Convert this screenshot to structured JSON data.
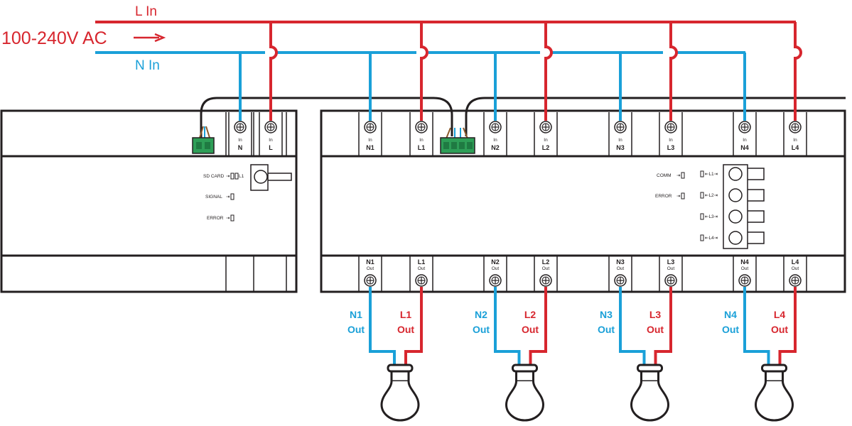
{
  "colors": {
    "line": "#d7262e",
    "neutral": "#1aa0d8",
    "outline": "#231f20",
    "terminal_green": "#2e9e57"
  },
  "supply": {
    "l_in": "L In",
    "n_in": "N In",
    "voltage": "100-240V AC"
  },
  "hub": {
    "terminals": [
      {
        "top": "In",
        "bottom": "N"
      },
      {
        "top": "In",
        "bottom": "L"
      }
    ],
    "leds": [
      "SD CARD",
      "SIGNAL",
      "ERROR"
    ],
    "button_led": "L1"
  },
  "relay": {
    "in_terminals": [
      {
        "top": "In",
        "bottom": "N1"
      },
      {
        "top": "In",
        "bottom": "L1"
      },
      {
        "top": "In",
        "bottom": "N2"
      },
      {
        "top": "In",
        "bottom": "L2"
      },
      {
        "top": "In",
        "bottom": "N3"
      },
      {
        "top": "In",
        "bottom": "L3"
      },
      {
        "top": "In",
        "bottom": "N4"
      },
      {
        "top": "In",
        "bottom": "L4"
      }
    ],
    "out_terminals": [
      {
        "name": "N1",
        "sub": "Out"
      },
      {
        "name": "L1",
        "sub": "Out"
      },
      {
        "name": "N2",
        "sub": "Out"
      },
      {
        "name": "L2",
        "sub": "Out"
      },
      {
        "name": "N3",
        "sub": "Out"
      },
      {
        "name": "L3",
        "sub": "Out"
      },
      {
        "name": "N4",
        "sub": "Out"
      },
      {
        "name": "L4",
        "sub": "Out"
      }
    ],
    "status_leds": [
      "COMM",
      "ERROR"
    ],
    "channel_leds": [
      "L1",
      "L2",
      "L3",
      "L4"
    ]
  },
  "outputs": [
    {
      "n": "N1",
      "l": "L1",
      "out": "Out"
    },
    {
      "n": "N2",
      "l": "L2",
      "out": "Out"
    },
    {
      "n": "N3",
      "l": "L3",
      "out": "Out"
    },
    {
      "n": "N4",
      "l": "L4",
      "out": "Out"
    }
  ]
}
